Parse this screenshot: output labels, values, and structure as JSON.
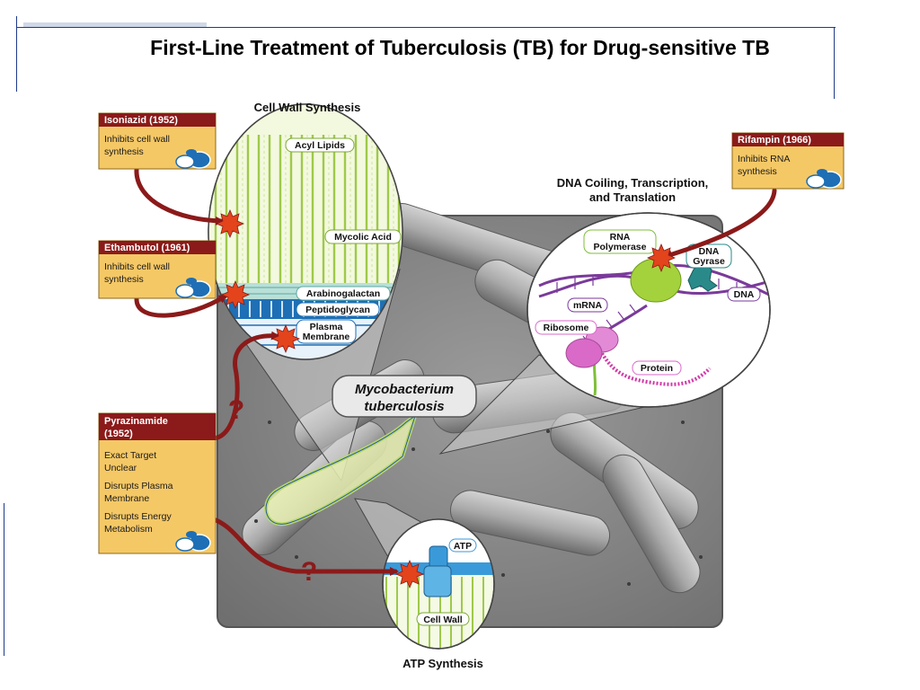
{
  "slide": {
    "title": "First-Line Treatment of Tuberculosis (TB) for Drug-sensitive TB"
  },
  "diagram": {
    "headings": {
      "cell_wall": "Cell Wall Synthesis",
      "dna_line1": "DNA Coiling, Transcription,",
      "dna_line2": "and Translation",
      "atp": "ATP Synthesis"
    },
    "organism_line1": "Mycobacterium",
    "organism_line2": "tuberculosis",
    "drugs": {
      "isoniazid": {
        "name": "Isoniazid (1952)",
        "line1": "Inhibits cell wall",
        "line2": "synthesis"
      },
      "ethambutol": {
        "name": "Ethambutol (1961)",
        "line1": "Inhibits cell wall",
        "line2": "synthesis"
      },
      "rifampin": {
        "name": "Rifampin (1966)",
        "line1": "Inhibits RNA",
        "line2": "synthesis"
      },
      "pyrazinamide": {
        "name1": "Pyrazinamide",
        "name2": "(1952)",
        "lines": [
          "Exact Target",
          "Unclear",
          "Disrupts Plasma",
          "Membrane",
          "Disrupts Energy",
          "Metabolism"
        ]
      }
    },
    "cell_wall_labels": {
      "acyl": "Acyl Lipids",
      "mycolic": "Mycolic Acid",
      "arabino": "Arabinogalactan",
      "peptido": "Peptidoglycan",
      "plasma1": "Plasma",
      "plasma2": "Membrane"
    },
    "dna_labels": {
      "rnap1": "RNA",
      "rnap2": "Polymerase",
      "gyrase1": "DNA",
      "gyrase2": "Gyrase",
      "dna": "DNA",
      "mrna": "mRNA",
      "ribosome": "Ribosome",
      "protein": "Protein"
    },
    "atp_labels": {
      "atp": "ATP",
      "cell_wall": "Cell Wall"
    },
    "unknown_mark": "?",
    "colors": {
      "drug_header": "#8b1a1a",
      "drug_box": "#f5c866",
      "arrow": "#8b1a1a",
      "wall_green": "#b8d96a",
      "peptido_blue": "#1e6fb5",
      "rna_polymerase": "#a4d23c",
      "ribosome": "#d96ac8",
      "gyrase": "#2a8a8a",
      "dna_purple": "#7a3a9a",
      "atp_blue": "#3a9ad9"
    }
  }
}
